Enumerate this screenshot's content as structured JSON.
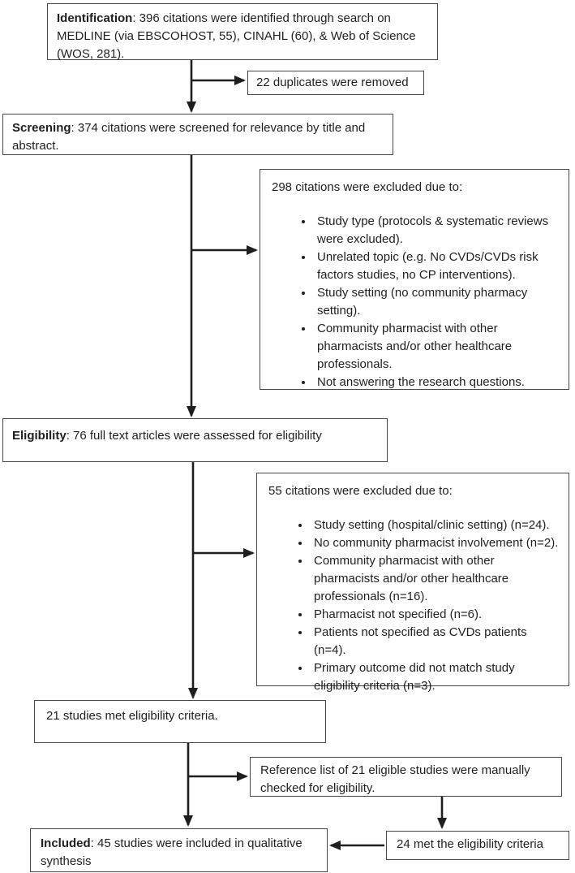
{
  "diagram": {
    "title": "PRISMA study selection flow diagram",
    "colors": {
      "border": "#474747",
      "arrow": "#1f1f1f",
      "text": "#1f1f1f",
      "background": "#ffffff"
    },
    "boxes": {
      "identification": {
        "label": "Identification",
        "text": ": 396 citations were identified through search on MEDLINE (via EBSCOHOST, 55), CINAHL (60), & Web of Science (WOS, 281)."
      },
      "duplicates": {
        "text": "22 duplicates were removed"
      },
      "screening": {
        "label": "Screening",
        "text": ": 374 citations were screened for relevance by title and abstract."
      },
      "excluded_screening": {
        "heading": "298 citations were excluded due to:",
        "bullets": [
          "Study type (protocols & systematic reviews were excluded).",
          "Unrelated topic (e.g. No CVDs/CVDs risk factors studies, no CP interventions).",
          "Study setting (no community pharmacy setting).",
          "Community pharmacist with other pharmacists and/or other healthcare professionals.",
          "Not answering the research questions."
        ]
      },
      "eligibility": {
        "label": "Eligibility",
        "text": ": 76 full text articles were assessed for eligibility"
      },
      "excluded_eligibility": {
        "heading": "55 citations were excluded due to:",
        "bullets": [
          "Study setting (hospital/clinic setting) (n=24).",
          "No community pharmacist involvement (n=2).",
          "Community pharmacist with other pharmacists and/or other healthcare professionals (n=16).",
          "Pharmacist not specified (n=6).",
          "Patients not specified as CVDs patients (n=4).",
          "Primary outcome did not match study eligibility criteria (n=3)."
        ]
      },
      "met_criteria": {
        "text": "21 studies met eligibility criteria."
      },
      "reference_list": {
        "text": "Reference list of 21 eligible studies were manually checked for eligibility."
      },
      "manual_met": {
        "text": "24 met the eligibility criteria"
      },
      "included": {
        "label": "Included",
        "text": ": 45 studies were included in qualitative synthesis"
      }
    }
  }
}
